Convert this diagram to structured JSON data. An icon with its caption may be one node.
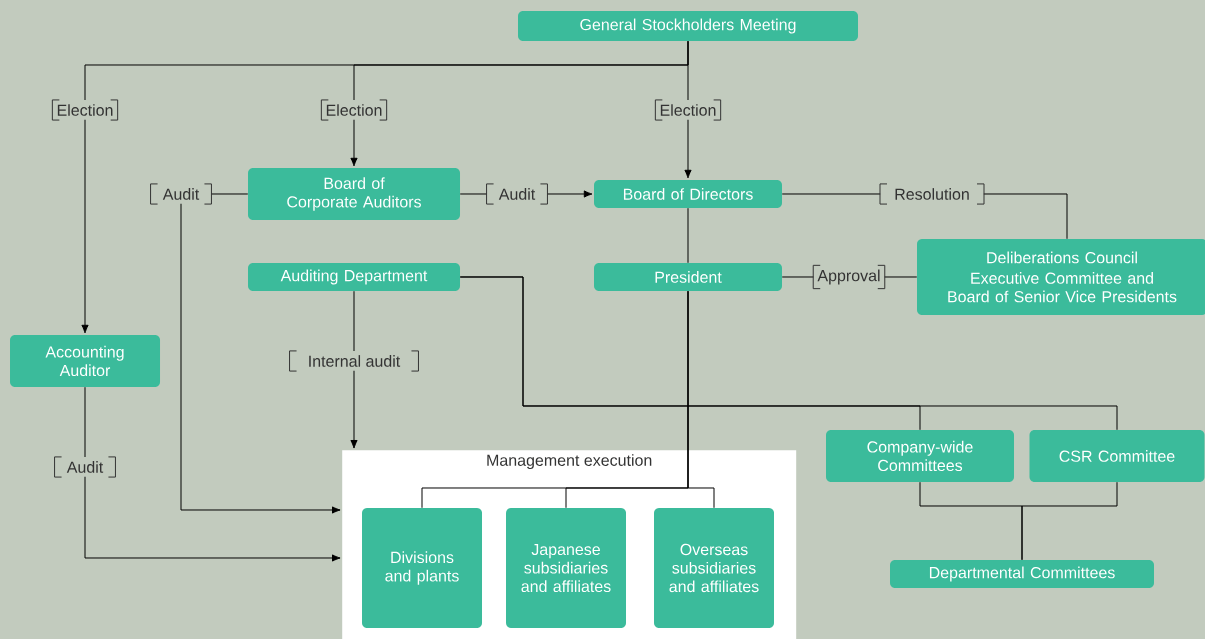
{
  "diagram": {
    "nodes": [
      {
        "text": [
          "General Stockholders Meeting"
        ]
      },
      {
        "text": [
          "Board of Corporate Auditors"
        ]
      },
      {
        "text": [
          "Board of Directors"
        ]
      },
      {
        "text": [
          "Auditing Department"
        ]
      },
      {
        "text": [
          "President"
        ]
      },
      {
        "text": [
          "Deliberations Council",
          "Executive Committee and Board of Senior Vice Presidents"
        ]
      },
      {
        "text": [
          "Accounting Auditor"
        ]
      },
      {
        "text": [
          "Management execution"
        ]
      },
      {
        "text": [
          "Divisions and plants"
        ],
        "in": 7
      },
      {
        "text": [
          "Japanese subsidiaries and affiliates"
        ],
        "in": 7
      },
      {
        "text": [
          "Overseas subsidiaries and affiliates"
        ],
        "in": 7
      },
      {
        "text": [
          "Company-wide Committees"
        ]
      },
      {
        "text": [
          "CSR Committee"
        ]
      },
      {
        "text": [
          "Departmental Committees"
        ]
      }
    ],
    "edges": [
      {
        "from": 0,
        "to": 6,
        "arrow": "to",
        "label": "Election"
      },
      {
        "from": 0,
        "to": 1,
        "arrow": "to",
        "label": "Election"
      },
      {
        "from": 0,
        "to": 2,
        "arrow": "to",
        "label": "Election"
      },
      {
        "from": 1,
        "to": 2,
        "arrow": "to",
        "label": "Audit"
      },
      {
        "from": 1,
        "to": 7,
        "arrow": "to",
        "label": "Audit"
      },
      {
        "from": 3,
        "to": 7,
        "arrow": "to",
        "label": "Internal audit"
      },
      {
        "from": 6,
        "to": 7,
        "arrow": "to",
        "label": "Audit"
      },
      {
        "from": 2,
        "to": 5,
        "arrow": "none",
        "label": "Resolution"
      },
      {
        "from": 4,
        "to": 5,
        "arrow": "none",
        "label": "Approval"
      },
      {
        "from": 2,
        "to": 4,
        "arrow": "none"
      },
      {
        "from": 4,
        "to": 8,
        "arrow": "none"
      },
      {
        "from": 4,
        "to": 9,
        "arrow": "none"
      },
      {
        "from": 4,
        "to": 10,
        "arrow": "none"
      },
      {
        "from": 3,
        "to": 11,
        "arrow": "none"
      },
      {
        "from": 3,
        "to": 12,
        "arrow": "none"
      },
      {
        "from": 11,
        "to": 13,
        "arrow": "none"
      },
      {
        "from": 12,
        "to": 13,
        "arrow": "none"
      }
    ]
  }
}
